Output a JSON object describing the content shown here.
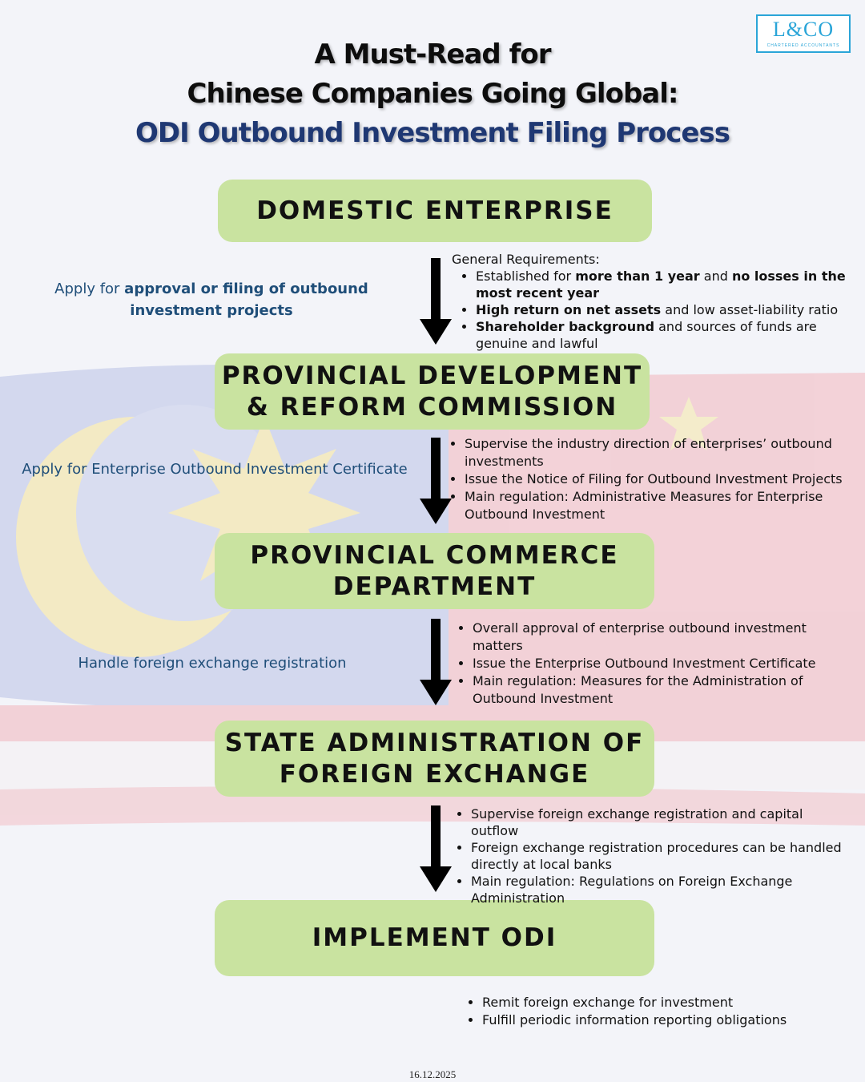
{
  "logo": {
    "main": "L&CO",
    "sub": "CHARTERED ACCOUNTANTS"
  },
  "title": {
    "line1": "A Must-Read for",
    "line2": "Chinese Companies Going Global:",
    "line3": "ODI Outbound Investment Filing Process"
  },
  "colors": {
    "box": "#c9e3a0",
    "accent": "#1f3873",
    "note": "#1f4e79"
  },
  "steps": [
    {
      "label": "DOMESTIC ENTERPRISE"
    },
    {
      "label": "PROVINCIAL DEVELOPMENT\n& REFORM COMMISSION"
    },
    {
      "label": "PROVINCIAL COMMERCE\nDEPARTMENT"
    },
    {
      "label": "STATE ADMINISTRATION OF\nFOREIGN EXCHANGE"
    },
    {
      "label": "IMPLEMENT ODI"
    }
  ],
  "transitions": [
    {
      "left_pre": "Apply for ",
      "left_bold": "approval or filing of outbound investment projects",
      "right_header": "General Requirements:",
      "items": [
        {
          "pre": "Established for ",
          "b1": "more than 1 year",
          "mid": " and ",
          "b2": "no losses in the most recent year",
          "post": ""
        },
        {
          "pre": "",
          "b1": "High return on net assets",
          "mid": " and low asset-liability ratio",
          "b2": "",
          "post": ""
        },
        {
          "pre": "",
          "b1": "Shareholder background",
          "mid": " and sources of funds are genuine and lawful",
          "b2": "",
          "post": ""
        }
      ]
    },
    {
      "left": "Apply for Enterprise Outbound Investment Certificate",
      "items": [
        "Supervise the industry direction of enterprises’ outbound investments",
        "Issue the Notice of Filing for Outbound Investment Projects",
        "Main regulation: Administrative Measures for Enterprise Outbound Investment"
      ]
    },
    {
      "left": "Handle foreign exchange registration",
      "items": [
        "Overall approval of enterprise outbound investment matters",
        "Issue the Enterprise Outbound Investment Certificate",
        "Main regulation: Measures for the Administration of Outbound Investment"
      ]
    },
    {
      "items": [
        "Supervise foreign exchange registration and capital outflow",
        "Foreign exchange registration procedures can be handled directly at local banks",
        "Main regulation: Regulations on Foreign Exchange Administration"
      ]
    }
  ],
  "final_items": [
    "Remit foreign exchange for investment",
    "Fulfill periodic information reporting obligations"
  ],
  "date": "16.12.2025"
}
